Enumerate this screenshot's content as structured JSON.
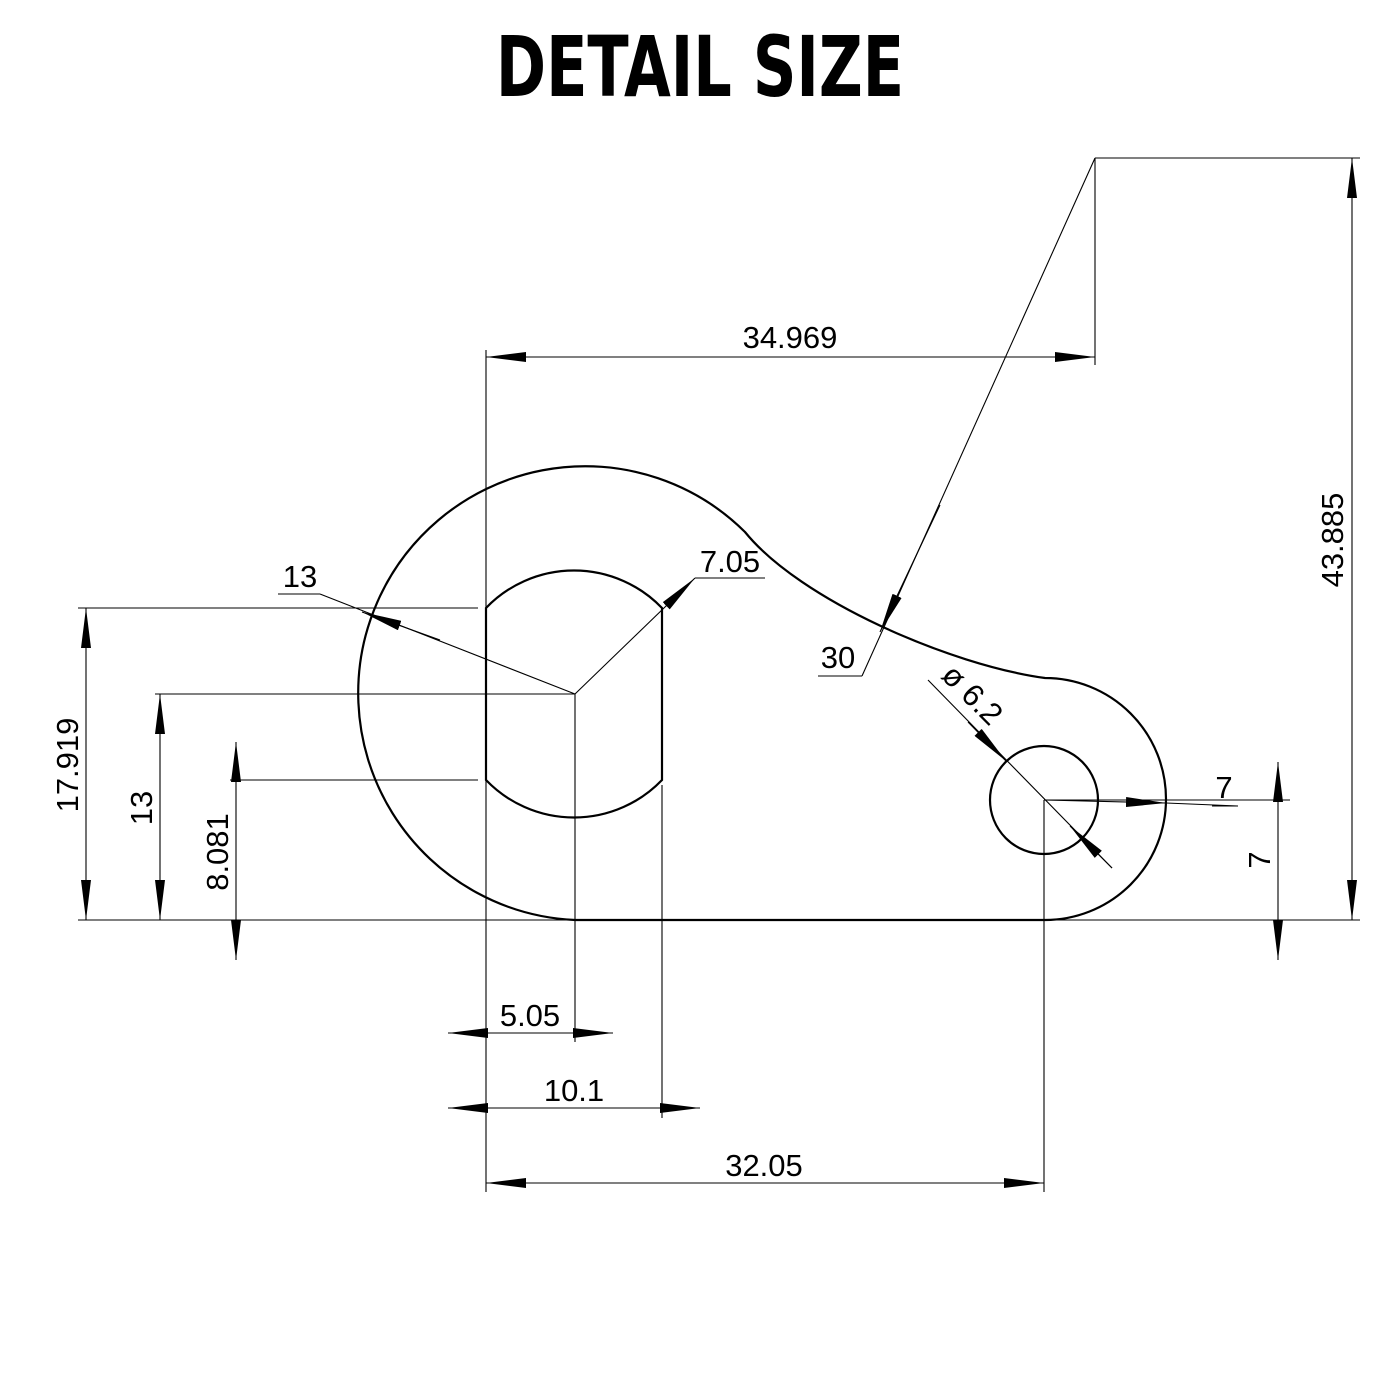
{
  "title": "DETAIL SIZE",
  "dimensions": {
    "top_horizontal": "34.969",
    "overall_height": "43.885",
    "big_radius": "13",
    "slot_radius": "7.05",
    "arc_radius": "30",
    "hole_diameter": "ø 6.2",
    "right_radius": "7",
    "right_height": "7",
    "left_height_total": "17.919",
    "left_height_center": "13",
    "left_height_slot": "8.081",
    "slot_half_width": "5.05",
    "slot_width": "10.1",
    "hole_offset": "32.05"
  }
}
